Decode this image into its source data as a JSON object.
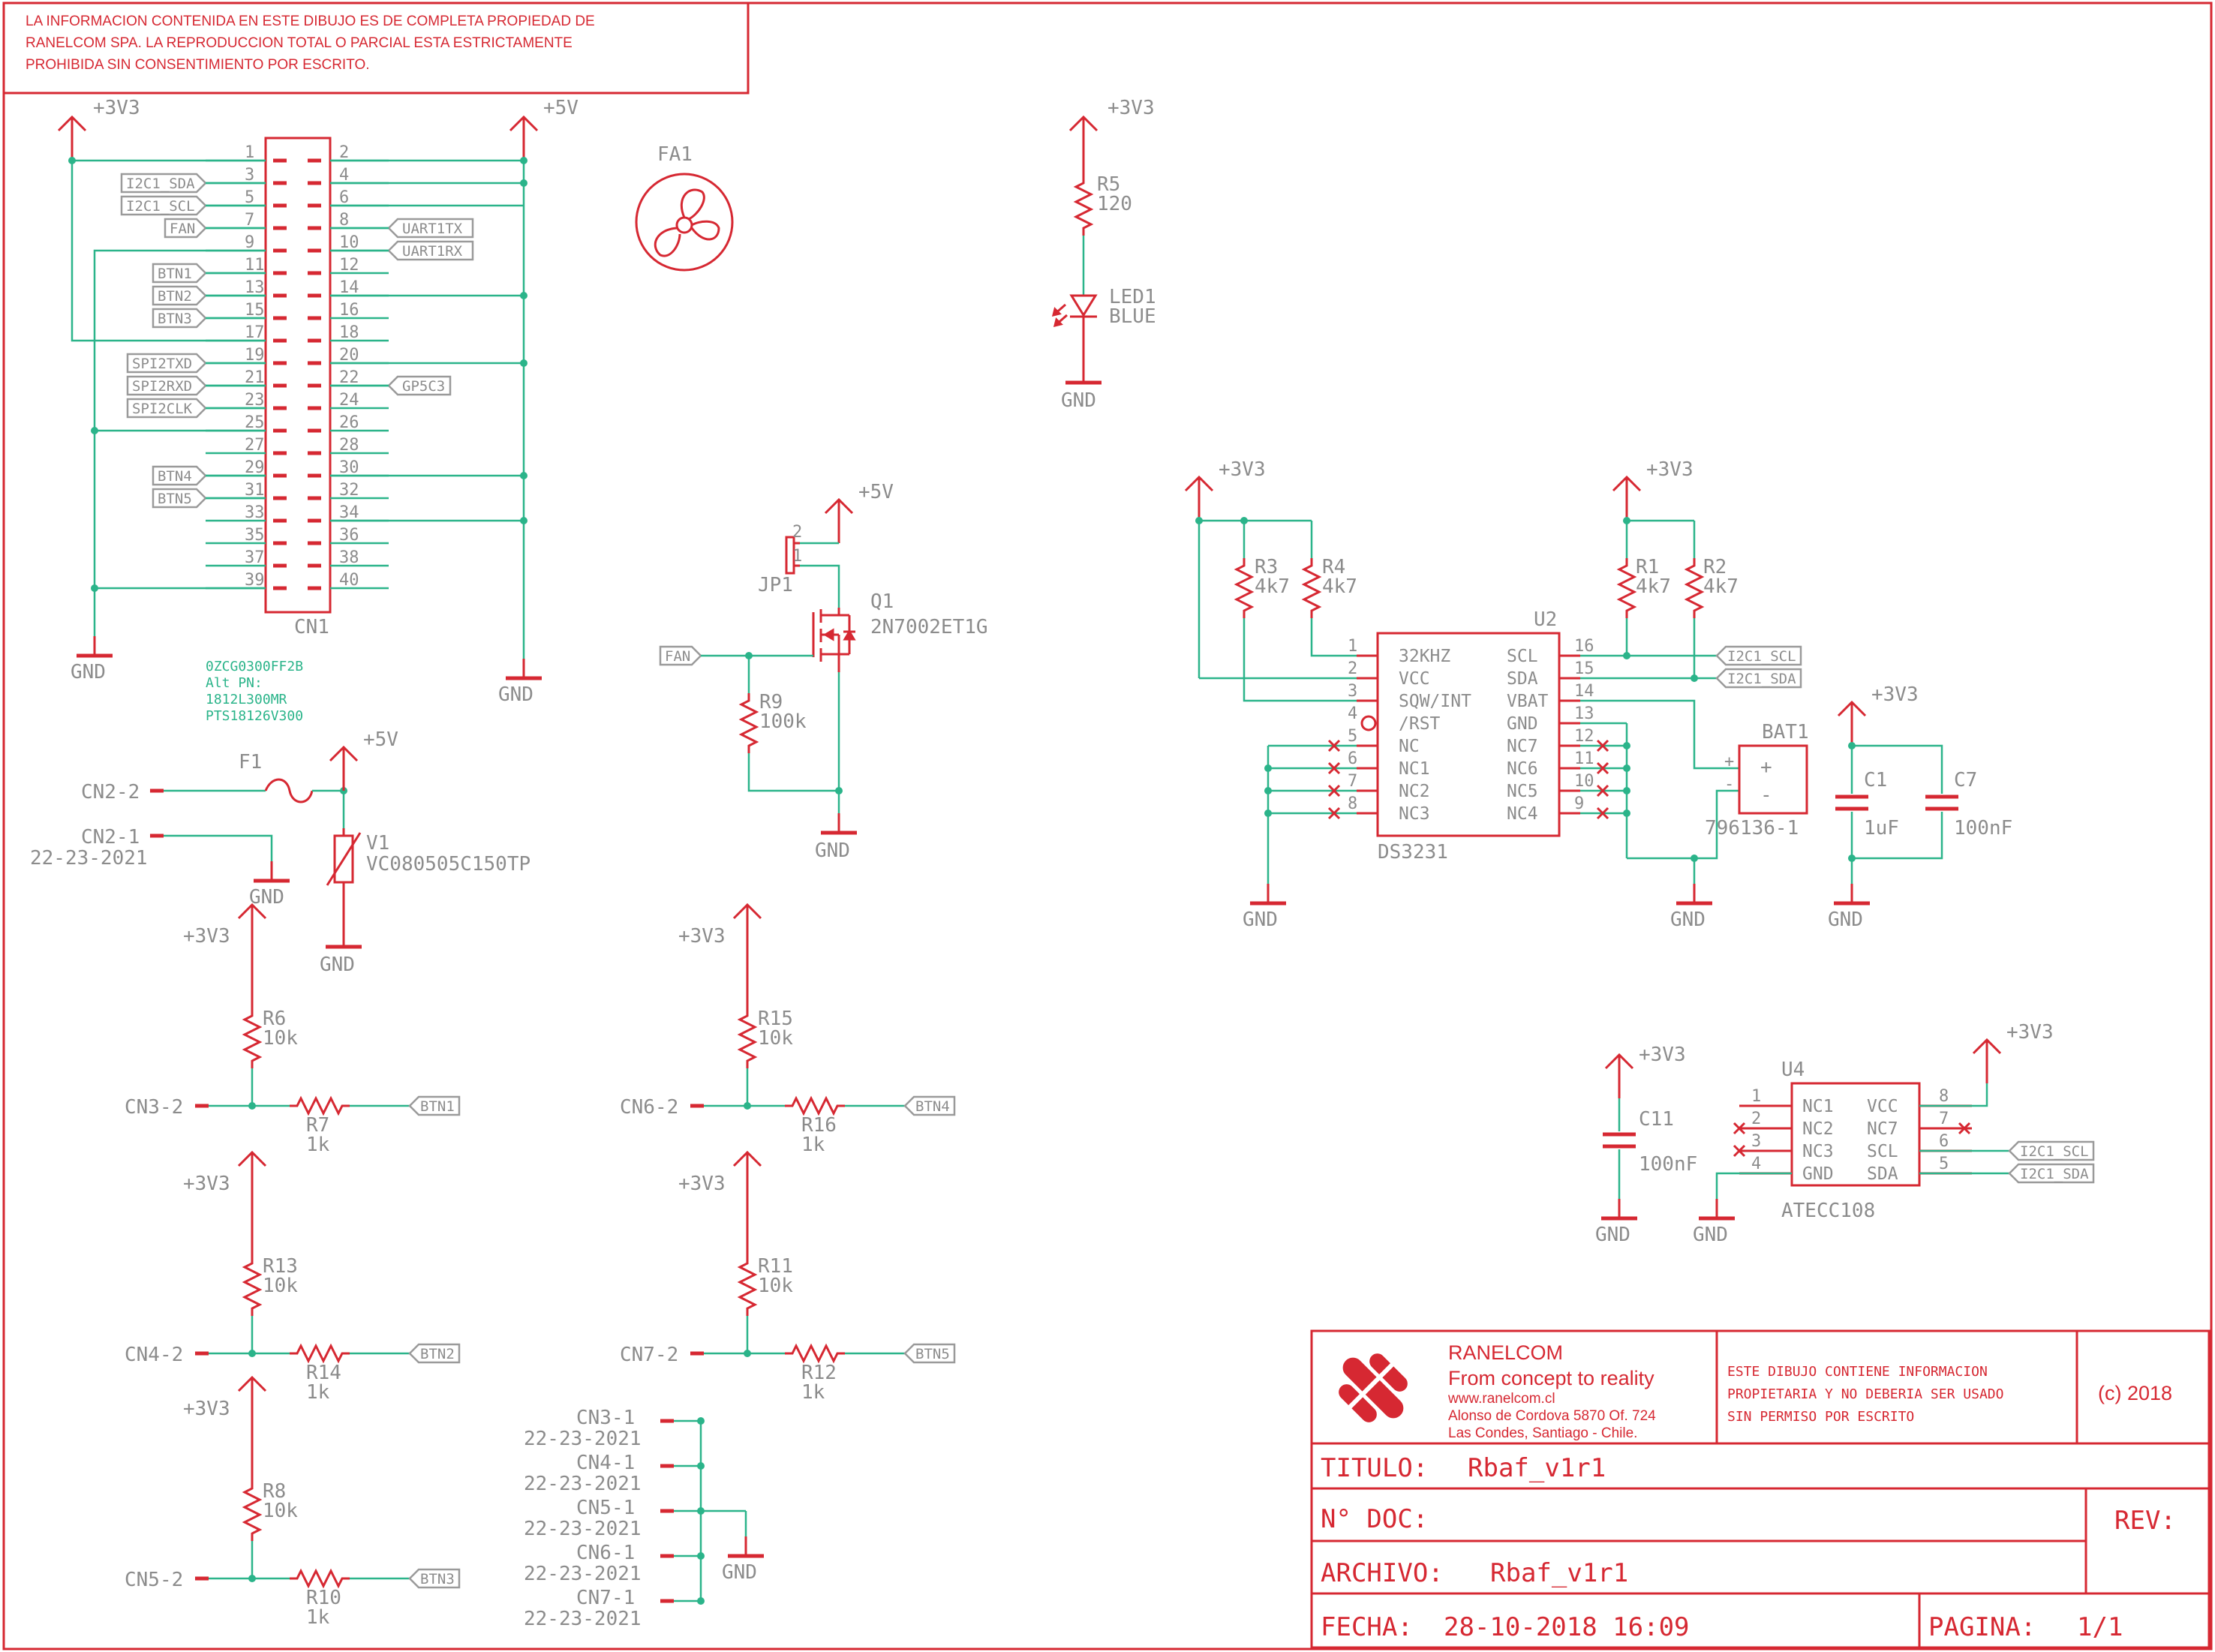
{
  "notice": [
    "LA INFORMACION CONTENIDA EN ESTE DIBUJO ES DE COMPLETA PROPIEDAD DE",
    "RANELCOM SPA. LA REPRODUCCION TOTAL O PARCIAL ESTA ESTRICTAMENTE",
    "PROHIBIDA SIN CONSENTIMIENTO POR ESCRITO."
  ],
  "nets": {
    "v33": "+3V3",
    "v5": "+5V",
    "gnd": "GND"
  },
  "header": {
    "ref": "CN1",
    "pins_left": [
      "1",
      "3",
      "5",
      "7",
      "9",
      "11",
      "13",
      "15",
      "17",
      "19",
      "21",
      "23",
      "25",
      "27",
      "29",
      "31",
      "33",
      "35",
      "37",
      "39"
    ],
    "pins_right": [
      "2",
      "4",
      "6",
      "8",
      "10",
      "12",
      "14",
      "16",
      "18",
      "20",
      "22",
      "24",
      "26",
      "28",
      "30",
      "32",
      "34",
      "36",
      "38",
      "40"
    ],
    "part_numbers": [
      "0ZCG0300FF2B",
      "Alt PN:",
      "1812L300MR",
      "PTS18126V300"
    ]
  },
  "ports": {
    "i2c1_sda": "I2C1_SDA",
    "i2c1_scl": "I2C1_SCL",
    "fan": "FAN",
    "uart1tx": "UART1TX",
    "uart1rx": "UART1RX",
    "btn1": "BTN1",
    "btn2": "BTN2",
    "btn3": "BTN3",
    "btn4": "BTN4",
    "btn5": "BTN5",
    "spi2txd": "SPI2TXD",
    "spi2rxd": "SPI2RXD",
    "spi2clk": "SPI2CLK",
    "gp5c3": "GP5C3"
  },
  "fan": {
    "ref": "FA1"
  },
  "led": {
    "r_ref": "R5",
    "r_val": "120",
    "ref": "LED1",
    "val": "BLUE"
  },
  "jumper": {
    "ref": "JP1",
    "pin2": "2",
    "pin1": "1"
  },
  "mosfet": {
    "ref": "Q1",
    "val": "2N7002ET1G",
    "r_ref": "R9",
    "r_val": "100k"
  },
  "power_in": {
    "cn22": "CN2-2",
    "cn21": "CN2-1",
    "conn_val": "22-23-2021",
    "fuse": "F1",
    "tvs_ref": "V1",
    "tvs_val": "VC080505C150TP"
  },
  "rtc": {
    "ref": "U2",
    "val": "DS3231",
    "r3": "R3",
    "r4": "R4",
    "r1": "R1",
    "r2": "R2",
    "r_val": "4k7",
    "left_pins": [
      [
        "1",
        "32KHZ"
      ],
      [
        "2",
        "VCC"
      ],
      [
        "3",
        "SQW/INT"
      ],
      [
        "4",
        "/RST"
      ],
      [
        "5",
        "NC"
      ],
      [
        "6",
        "NC1"
      ],
      [
        "7",
        "NC2"
      ],
      [
        "8",
        "NC3"
      ]
    ],
    "right_pins": [
      [
        "16",
        "SCL"
      ],
      [
        "15",
        "SDA"
      ],
      [
        "14",
        "VBAT"
      ],
      [
        "13",
        "GND"
      ],
      [
        "12",
        "NC7"
      ],
      [
        "11",
        "NC6"
      ],
      [
        "10",
        "NC5"
      ],
      [
        "9",
        "NC4"
      ]
    ]
  },
  "battery": {
    "ref": "BAT1",
    "val": "796136-1",
    "plus": "+",
    "minus": "-"
  },
  "caps": {
    "c1": "C1",
    "c1_val": "1uF",
    "c7": "C7",
    "c7_val": "100nF",
    "c11": "C11",
    "c11_val": "100nF"
  },
  "crypto": {
    "ref": "U4",
    "val": "ATECC108",
    "left_pins": [
      [
        "1",
        "NC1"
      ],
      [
        "2",
        "NC2"
      ],
      [
        "3",
        "NC3"
      ],
      [
        "4",
        "GND"
      ]
    ],
    "right_pins": [
      [
        "8",
        "VCC"
      ],
      [
        "7",
        "NC7"
      ],
      [
        "6",
        "SCL"
      ],
      [
        "5",
        "SDA"
      ]
    ]
  },
  "buttons": [
    {
      "conn": "CN3-2",
      "pr": "R6",
      "pv": "10k",
      "sr": "R7",
      "sv": "1k",
      "port": "BTN1"
    },
    {
      "conn": "CN4-2",
      "pr": "R13",
      "pv": "10k",
      "sr": "R14",
      "sv": "1k",
      "port": "BTN2"
    },
    {
      "conn": "CN5-2",
      "pr": "R8",
      "pv": "10k",
      "sr": "R10",
      "sv": "1k",
      "port": "BTN3"
    },
    {
      "conn": "CN6-2",
      "pr": "R15",
      "pv": "10k",
      "sr": "R16",
      "sv": "1k",
      "port": "BTN4"
    },
    {
      "conn": "CN7-2",
      "pr": "R11",
      "pv": "10k",
      "sr": "R12",
      "sv": "1k",
      "port": "BTN5"
    }
  ],
  "gnd_conns": [
    "CN3-1",
    "CN4-1",
    "CN5-1",
    "CN6-1",
    "CN7-1"
  ],
  "title_block": {
    "company": "RANELCOM",
    "slogan": "From concept to reality",
    "web": "www.ranelcom.cl",
    "address1": "Alonso de Cordova 5870 Of. 724",
    "address2": "Las Condes, Santiago - Chile.",
    "disclaimer": [
      "ESTE DIBUJO CONTIENE INFORMACION",
      "PROPIETARIA Y NO DEBERIA SER USADO",
      "SIN PERMISO POR ESCRITO"
    ],
    "copyright": "(c) 2018",
    "titulo_label": "TITULO:",
    "titulo": "Rbaf_v1r1",
    "doc_label": "N° DOC:",
    "doc": "",
    "rev_label": "REV:",
    "archivo_label": "ARCHIVO:",
    "archivo": "Rbaf_v1r1",
    "fecha_label": "FECHA:",
    "fecha": "28-10-2018 16:09",
    "pagina_label": "PAGINA:",
    "pagina": "1/1"
  },
  "colors": {
    "line": "#d62832",
    "wire": "#2bb48a",
    "text": "#8c8c8c",
    "port": "#9a9a9a"
  }
}
